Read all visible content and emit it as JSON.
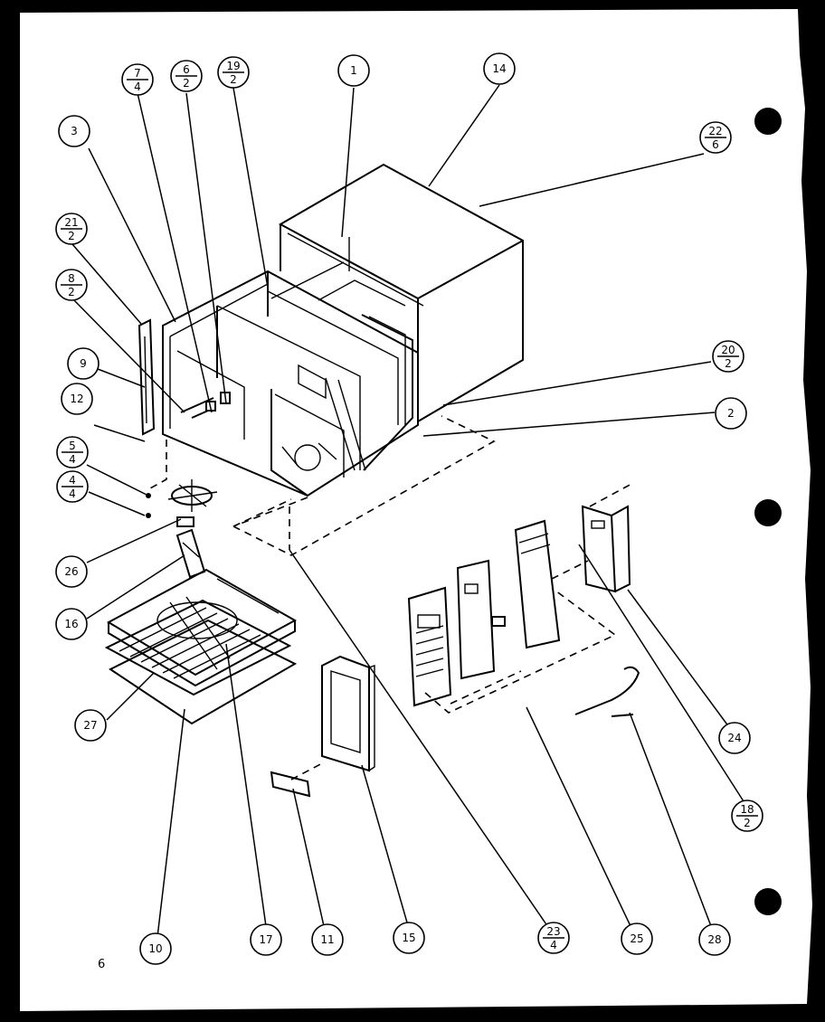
{
  "page_number": "6",
  "callouts": [
    {
      "id": "c1",
      "top": "1"
    },
    {
      "id": "c14",
      "top": "14"
    },
    {
      "id": "c22",
      "top": "22",
      "bottom": "6"
    },
    {
      "id": "c3",
      "top": "3"
    },
    {
      "id": "c7",
      "top": "7",
      "bottom": "4"
    },
    {
      "id": "c6",
      "top": "6",
      "bottom": "2"
    },
    {
      "id": "c19",
      "top": "19",
      "bottom": "2"
    },
    {
      "id": "c21",
      "top": "21",
      "bottom": "2"
    },
    {
      "id": "c8",
      "top": "8",
      "bottom": "2"
    },
    {
      "id": "c9",
      "top": "9"
    },
    {
      "id": "c12",
      "top": "12"
    },
    {
      "id": "c5",
      "top": "5",
      "bottom": "4"
    },
    {
      "id": "c4",
      "top": "4",
      "bottom": "4"
    },
    {
      "id": "c26",
      "top": "26"
    },
    {
      "id": "c16",
      "top": "16"
    },
    {
      "id": "c27",
      "top": "27"
    },
    {
      "id": "c10",
      "top": "10"
    },
    {
      "id": "c17",
      "top": "17"
    },
    {
      "id": "c11",
      "top": "11"
    },
    {
      "id": "c15",
      "top": "15"
    },
    {
      "id": "c23",
      "top": "23",
      "bottom": "4"
    },
    {
      "id": "c25",
      "top": "25"
    },
    {
      "id": "c28",
      "top": "28"
    },
    {
      "id": "c18",
      "top": "18",
      "bottom": "2"
    },
    {
      "id": "c24",
      "top": "24"
    },
    {
      "id": "c20",
      "top": "20",
      "bottom": "2"
    },
    {
      "id": "c2",
      "top": "2"
    }
  ]
}
